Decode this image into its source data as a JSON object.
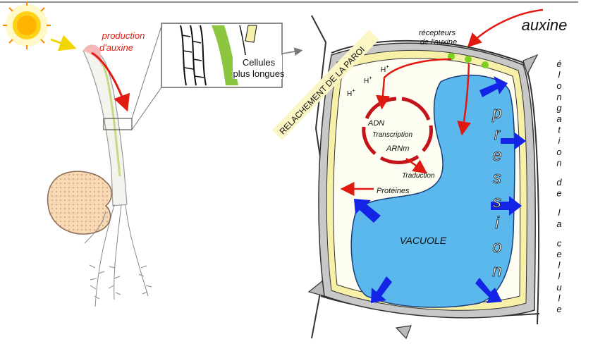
{
  "labels": {
    "production_line1": "production",
    "production_line2": "d'auxine",
    "cells_line1": "Cellules",
    "cells_line2": "plus longues",
    "auxine": "auxine",
    "receptors_line1": "récepteurs",
    "receptors_line2": "de l'auxine",
    "wall": "RELACHEMENT DE LA PAROI",
    "h_plus": [
      "H",
      "H",
      "H",
      "H"
    ],
    "adn": "ADN",
    "transcription": "Transcription",
    "arnm": "ARNm",
    "traduction": "Traduction",
    "proteines": "Protéines",
    "vacuole": "VACUOLE",
    "pression": [
      "p",
      "r",
      "e",
      "s",
      "s",
      "i",
      "o",
      "n"
    ],
    "elongation": [
      "é",
      "l",
      "o",
      "n",
      "g",
      "a",
      "t",
      "i",
      "o",
      "n",
      "",
      "d",
      "e",
      "",
      "l",
      "a",
      "",
      "c",
      "e",
      "l",
      "l",
      "u",
      "l",
      "e"
    ]
  },
  "colors": {
    "red_arrow": "#e01a10",
    "vacuole": "#5ab8ec",
    "wall_grey": "#c8c8c8",
    "membrane_yellow": "#f6f0a8",
    "pressure_arrow": "#1424e6",
    "receptor_green": "#7ccf1e",
    "sun": "#ffd21a",
    "seed": "#f2c99e",
    "stem_green": "#9ad23a"
  },
  "icons": [
    "sun-icon",
    "seed-icon",
    "magnifier-box-icon"
  ]
}
